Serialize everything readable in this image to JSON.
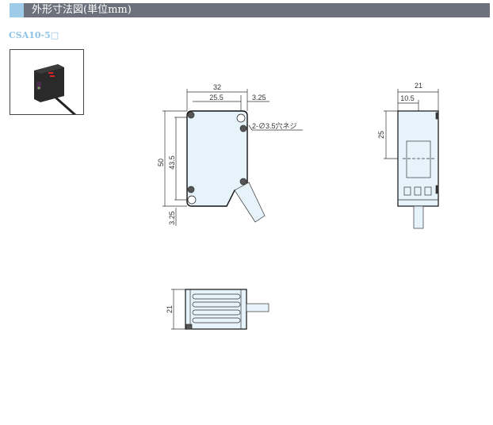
{
  "header": {
    "title": "外形寸法図(単位mm)"
  },
  "model": {
    "name": "CSA10-5□"
  },
  "dimensions": {
    "front": {
      "width": "32",
      "hole_pitch_w": "25.5",
      "offset_right": "3.25",
      "height": "50",
      "hole_pitch_h": "43.5",
      "offset_bottom": "3.25",
      "hole_note": "2-∅3.5穴ネジ"
    },
    "side": {
      "width": "21",
      "center": "10.5",
      "height_to_center": "25"
    },
    "bottom": {
      "thickness": "21"
    }
  },
  "colors": {
    "header_bg": "#6c717c",
    "accent": "#9dcbe8",
    "body_fill": "#e6f3fb"
  }
}
